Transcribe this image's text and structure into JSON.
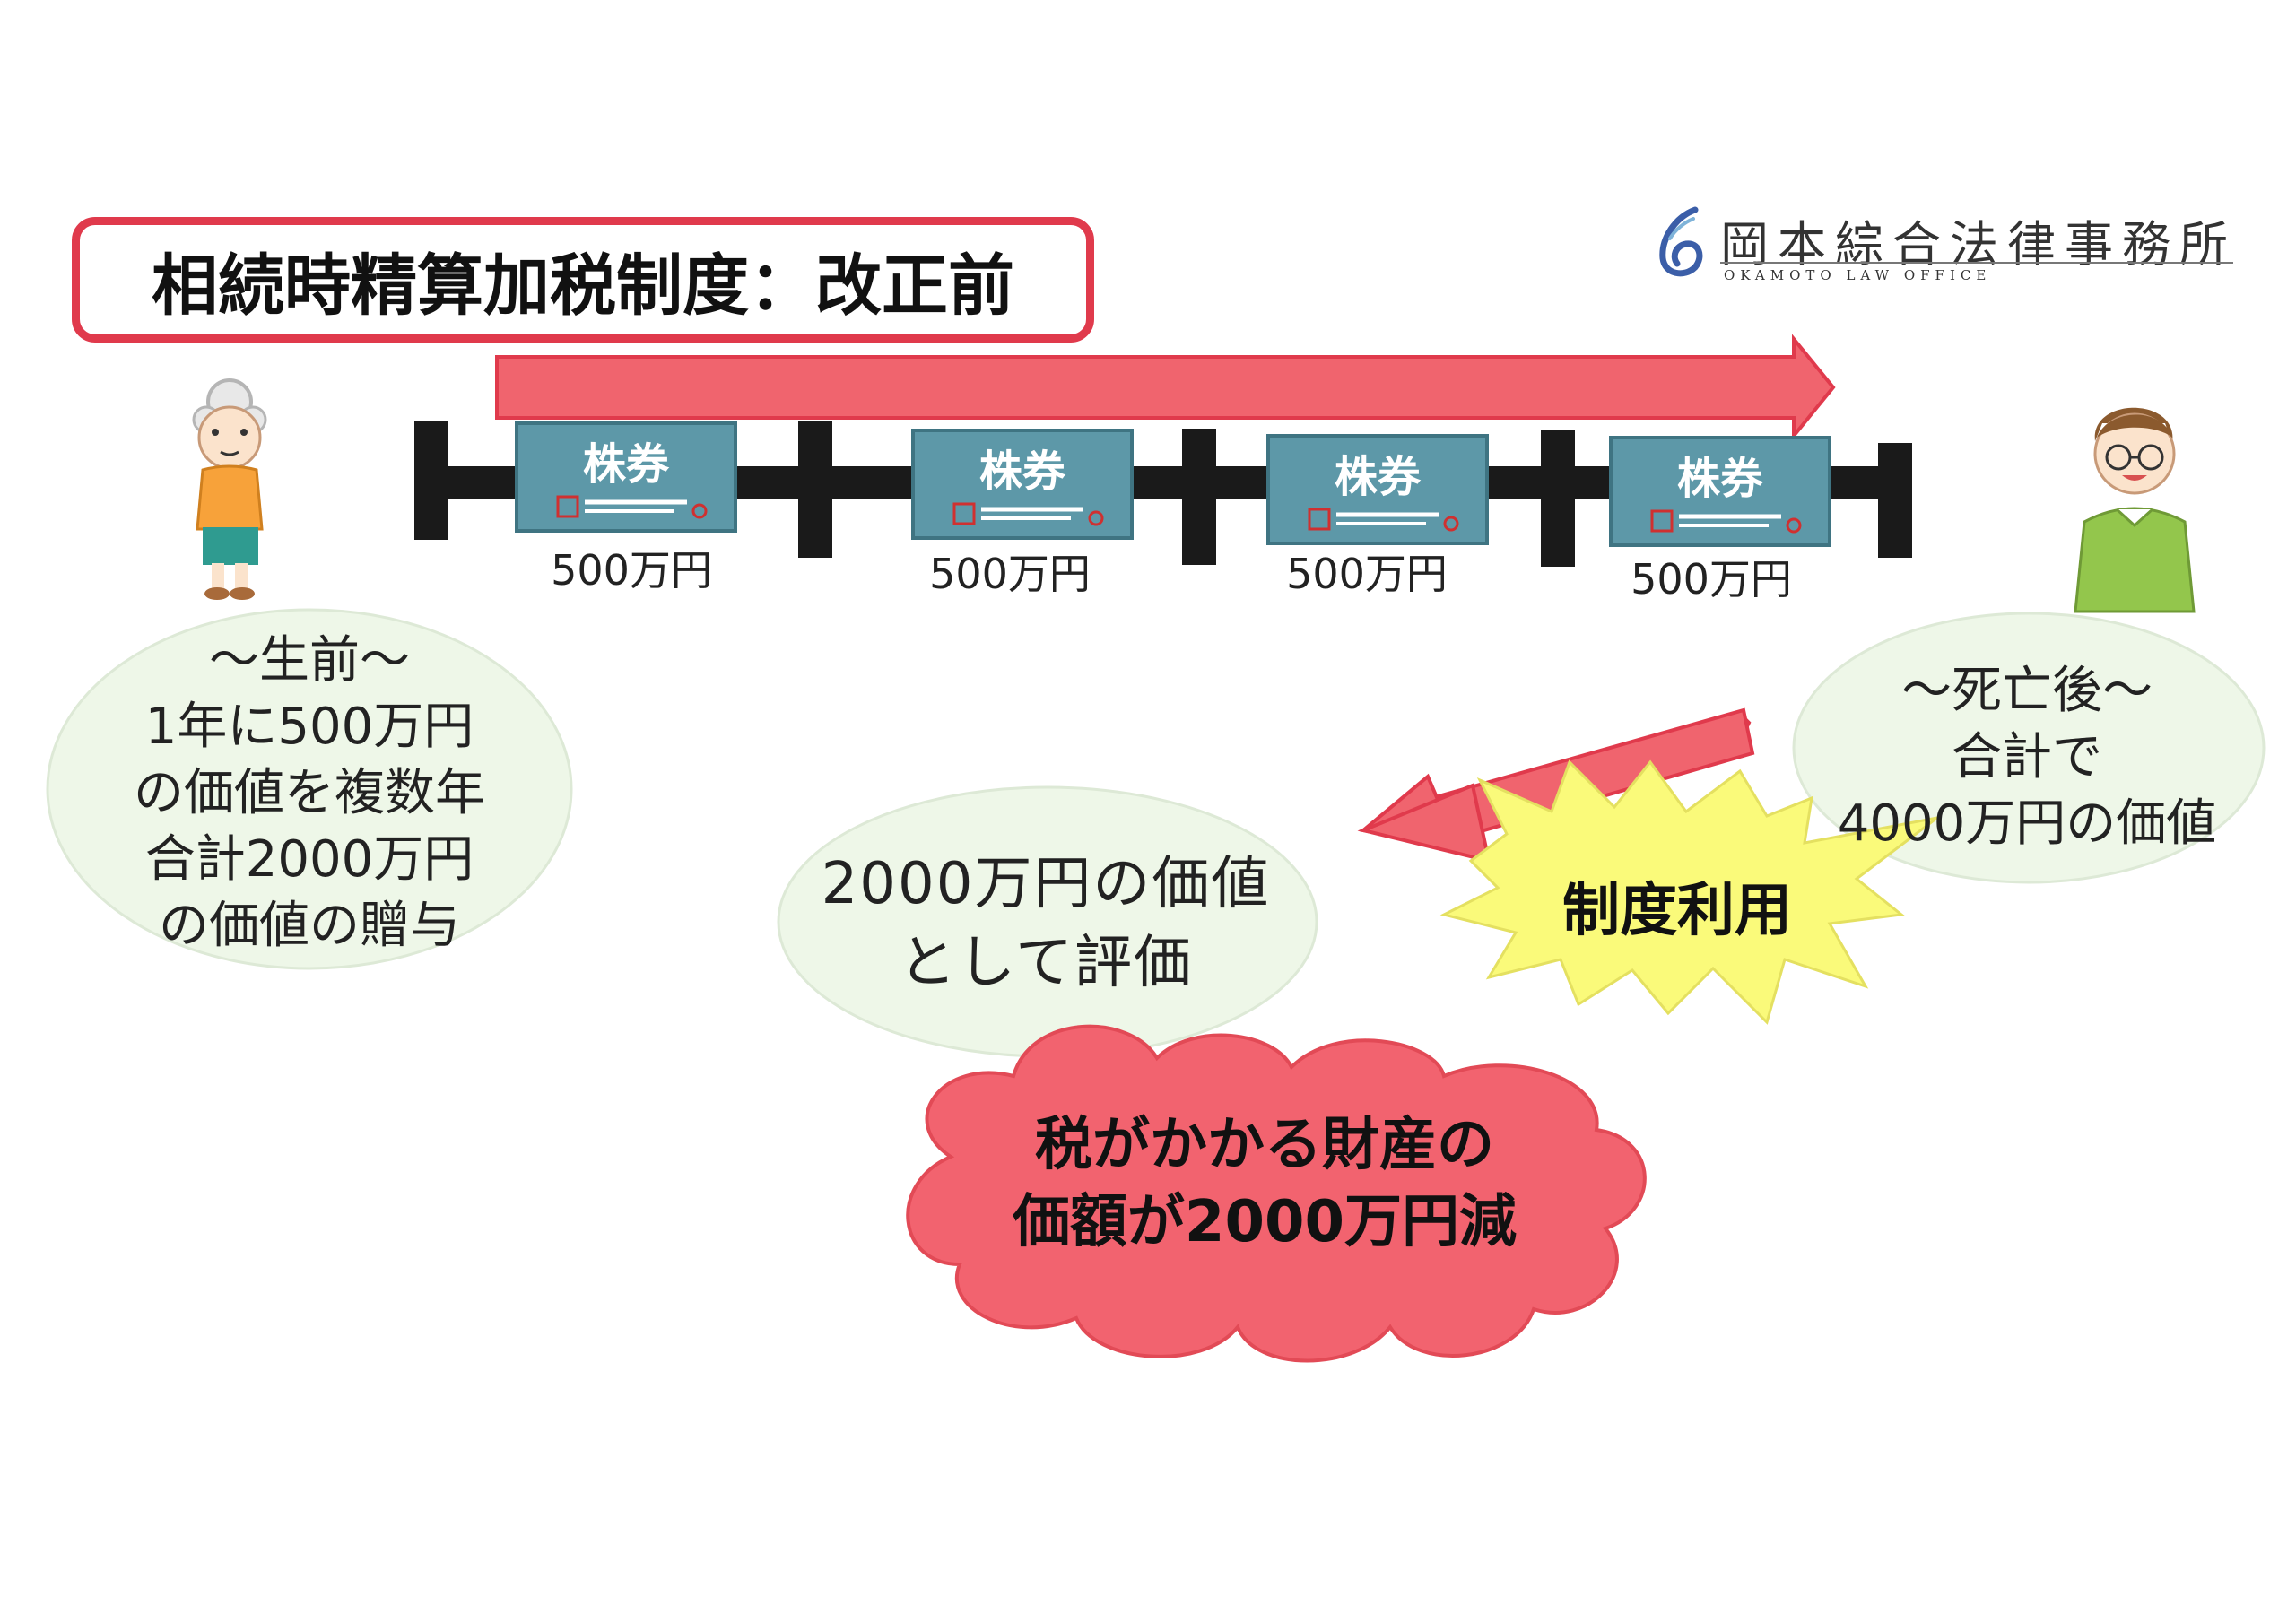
{
  "title": "相続時精算加税制度：改正前",
  "logo": {
    "name": "岡本綜合法律事務所",
    "subtitle": "OKAMOTO LAW OFFICE",
    "mark": "6"
  },
  "stocks": [
    {
      "label": "株券",
      "amount": "500万円"
    },
    {
      "label": "株券",
      "amount": "500万円"
    },
    {
      "label": "株券",
      "amount": "500万円"
    },
    {
      "label": "株券",
      "amount": "500万円"
    }
  ],
  "left_bubble": {
    "lines": [
      "～生前～",
      "1年に500万円",
      "の価値を複数年",
      "合計2000万円",
      "の価値の贈与"
    ]
  },
  "right_bubble": {
    "lines": [
      "～死亡後～",
      "合計で",
      "4000万円の価値"
    ]
  },
  "middle_bubble": {
    "lines": [
      "2000万円の価値",
      "として評価"
    ]
  },
  "burst": {
    "text": "制度利用"
  },
  "cloud": {
    "lines": [
      "税がかかる財産の",
      "価額が2000万円減"
    ]
  },
  "colors": {
    "accent_red": "#e03a4c",
    "arrow_fill": "#f0646e",
    "bubble_fill": "#eef7e8",
    "stock_fill": "#5d98a8",
    "burst_fill": "#fafa7a",
    "cloud_fill": "#f2636f"
  }
}
